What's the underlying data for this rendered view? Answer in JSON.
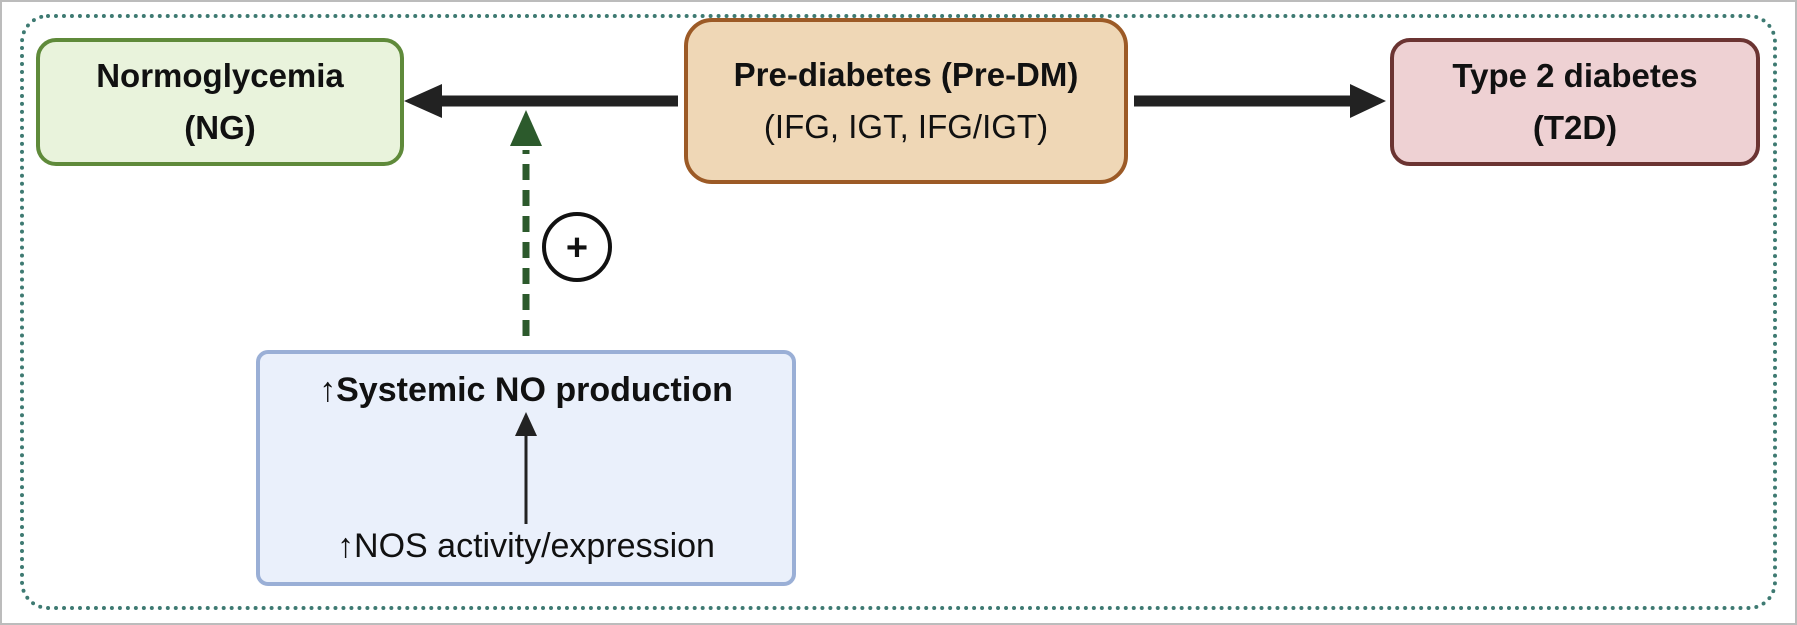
{
  "diagram": {
    "normoglycemia": {
      "line1": "Normoglycemia",
      "line2": "(NG)"
    },
    "prediabetes": {
      "line1": "Pre-diabetes (Pre-DM)",
      "line2": "(IFG, IGT, IFG/IGT)"
    },
    "type2": {
      "line1": "Type 2 diabetes",
      "line2": "(T2D)"
    },
    "no_box": {
      "title": "↑Systemic NO production",
      "subtitle": "↑NOS activity/expression"
    },
    "effect_sign": "+",
    "colors": {
      "ng_border": "#5f8a3a",
      "ng_fill": "#e9f3dc",
      "predm_border": "#9c5a26",
      "predm_fill": "#efd7b6",
      "t2d_border": "#6b3432",
      "t2d_fill": "#eed1d3",
      "no_border": "#9aafd6",
      "no_fill": "#eaf0fb",
      "dashed_arrow": "#2c5a2c",
      "outer_dotted": "#3e7a72"
    }
  }
}
